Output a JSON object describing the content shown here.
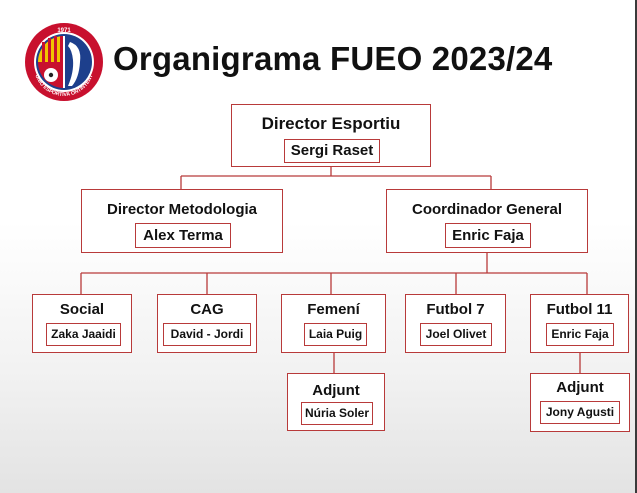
{
  "title": "Organigrama FUEO 2023/24",
  "logo": {
    "icon": "club-crest-icon",
    "year": "1971",
    "ring_text": "UNIÓ ESPORTIVA ONTINYENT",
    "colors": {
      "ring": "#c8102e",
      "blue": "#1d3f8c",
      "gold": "#f1c400",
      "red": "#c8102e"
    }
  },
  "colors": {
    "border": "#b83a3a",
    "line": "#b83a3a",
    "text": "#111111"
  },
  "org": {
    "director": {
      "role": "Director Esportiu",
      "name": "Sergi Raset"
    },
    "metodologia": {
      "role": "Director Metodologia",
      "name": "Alex Terma"
    },
    "coordinador": {
      "role": "Coordinador  General",
      "name": "Enric Faja"
    },
    "social": {
      "role": "Social",
      "name": "Zaka Jaaidi"
    },
    "cag": {
      "role": "CAG",
      "name": "David - Jordi"
    },
    "femeni": {
      "role": "Femení",
      "name": "Laia Puig"
    },
    "futbol7": {
      "role": "Futbol 7",
      "name": "Joel Olivet"
    },
    "futbol11": {
      "role": "Futbol 11",
      "name": "Enric Faja"
    },
    "adjunt_femeni": {
      "role": "Adjunt",
      "name": "Núria Soler"
    },
    "adjunt_futbol11": {
      "role": "Adjunt",
      "name": "Jony Agusti"
    }
  }
}
